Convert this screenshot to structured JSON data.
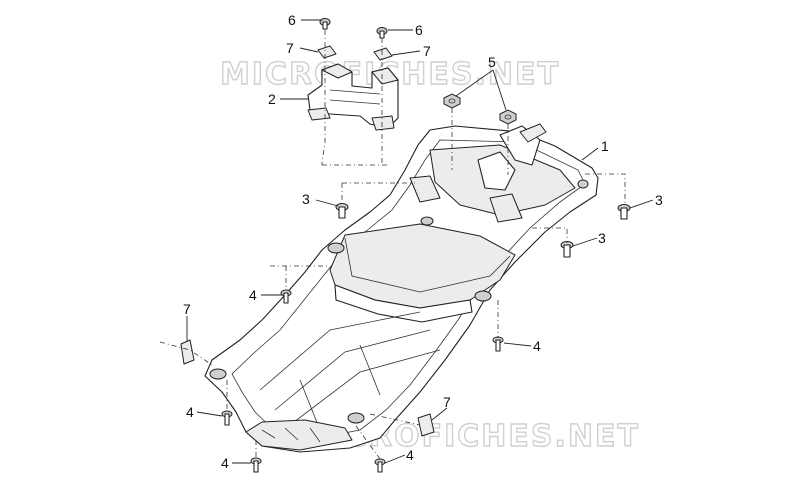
{
  "watermark": {
    "top": "MICROFICHES.NET",
    "bottom": "MICROFICHES.NET"
  },
  "callouts": [
    {
      "id": "c1",
      "label": "1"
    },
    {
      "id": "c2",
      "label": "2"
    },
    {
      "id": "c3a",
      "label": "3"
    },
    {
      "id": "c3b",
      "label": "3"
    },
    {
      "id": "c3c",
      "label": "3"
    },
    {
      "id": "c4a",
      "label": "4"
    },
    {
      "id": "c4b",
      "label": "4"
    },
    {
      "id": "c4c",
      "label": "4"
    },
    {
      "id": "c4d",
      "label": "4"
    },
    {
      "id": "c4e",
      "label": "4"
    },
    {
      "id": "c5",
      "label": "5"
    },
    {
      "id": "c6a",
      "label": "6"
    },
    {
      "id": "c6b",
      "label": "6"
    },
    {
      "id": "c7a",
      "label": "7"
    },
    {
      "id": "c7b",
      "label": "7"
    },
    {
      "id": "c7c",
      "label": "7"
    },
    {
      "id": "c7d",
      "label": "7"
    }
  ]
}
